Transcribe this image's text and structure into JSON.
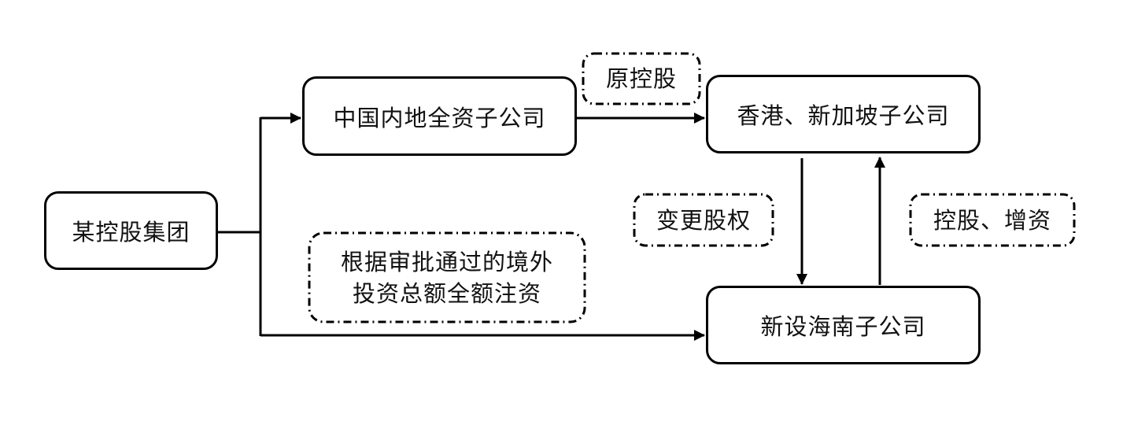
{
  "diagram": {
    "type": "flowchart",
    "nodes": {
      "group": {
        "id": "group",
        "label": "某控股集团"
      },
      "mainland": {
        "id": "mainland",
        "label": "中国内地全资子公司"
      },
      "hk_sg": {
        "id": "hk_sg",
        "label": "香港、新加坡子公司"
      },
      "hainan": {
        "id": "hainan",
        "label": "新设海南子公司"
      }
    },
    "edge_labels": {
      "original_holding": "原控股",
      "equity_change": "变更股权",
      "holding_capital_increase": "控股、增资",
      "full_investment": "根据审批通过的境外\n投资总额全额注资"
    },
    "edges": [
      {
        "from": "group",
        "to": "mainland",
        "label": ""
      },
      {
        "from": "group",
        "to": "hainan",
        "label": "根据审批通过的境外投资总额全额注资"
      },
      {
        "from": "mainland",
        "to": "hk_sg",
        "label": "原控股"
      },
      {
        "from": "hk_sg",
        "to": "hainan",
        "label": "变更股权"
      },
      {
        "from": "hainan",
        "to": "hk_sg",
        "label": "控股、增资"
      }
    ],
    "colors": {
      "stroke": "#000000",
      "background": "#ffffff",
      "text": "#111111"
    }
  }
}
